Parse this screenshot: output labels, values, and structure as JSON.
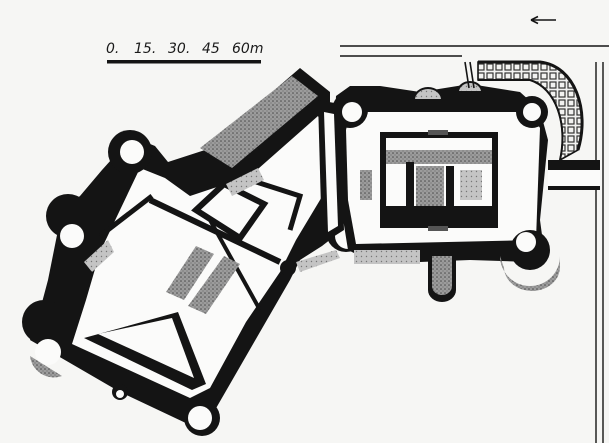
{
  "scale_bar": {
    "labels": [
      "0.",
      "15.",
      "30.",
      "45",
      "60m"
    ]
  },
  "colors": {
    "paper": "#f6f6f4",
    "wall": "#141414",
    "floor": "#fbfbfa",
    "hatch": "#8a8a8a",
    "hatch_dark": "#555555"
  },
  "icons": {
    "orientation_arrow": "left-arrow-icon"
  }
}
